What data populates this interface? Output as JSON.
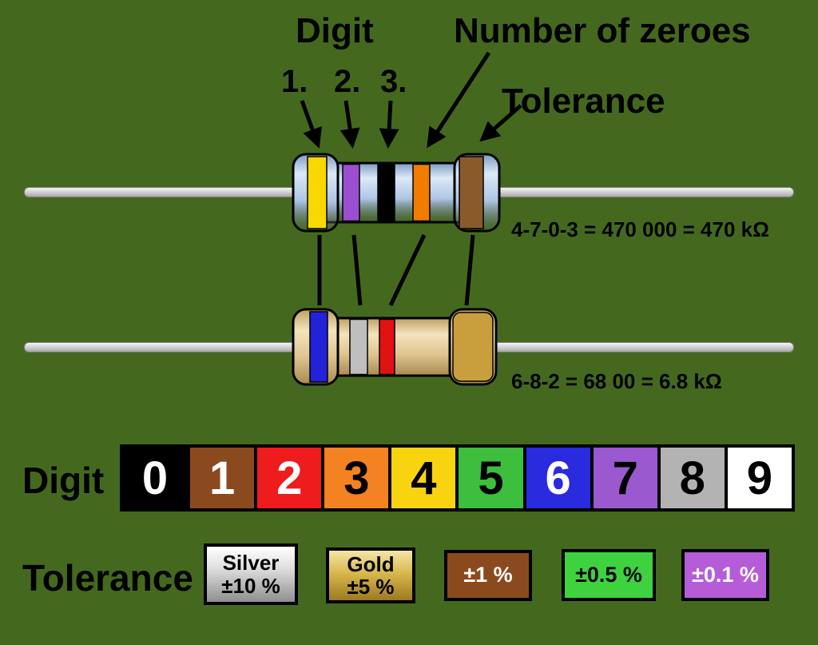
{
  "colors": {
    "background": "#44691e",
    "wire": "#c8c8c8",
    "outline": "#000000"
  },
  "header": {
    "digit_label": "Digit",
    "positions": [
      "1.",
      "2.",
      "3."
    ],
    "zeroes_label": "Number of zeroes",
    "tolerance_label": "Tolerance"
  },
  "resistors": [
    {
      "body_color": "#a9c4e4",
      "equation": "4-7-0-3 = 470 000 = 470 kΩ",
      "bands": [
        {
          "name": "yellow",
          "color": "#f8d800"
        },
        {
          "name": "violet",
          "color": "#9b4fd0"
        },
        {
          "name": "black",
          "color": "#000000"
        },
        {
          "name": "orange",
          "color": "#f07c00"
        },
        {
          "name": "brown",
          "color": "#8b5a2b"
        }
      ]
    },
    {
      "body_color": "#e2c88f",
      "equation": "6-8-2 = 68 00 = 6.8 kΩ",
      "bands": [
        {
          "name": "blue",
          "color": "#2222d8"
        },
        {
          "name": "silver",
          "color": "#bfbfbf"
        },
        {
          "name": "red",
          "color": "#e21212"
        },
        {
          "name": "gold",
          "color": "#c99f3e"
        }
      ]
    }
  ],
  "digit_table": {
    "label": "Digit",
    "cells": [
      {
        "digit": "0",
        "bg": "#000000",
        "fg": "#ffffff"
      },
      {
        "digit": "1",
        "bg": "#8b4a1e",
        "fg": "#ffffff"
      },
      {
        "digit": "2",
        "bg": "#ee1c1c",
        "fg": "#ffffff"
      },
      {
        "digit": "3",
        "bg": "#f58220",
        "fg": "#000000"
      },
      {
        "digit": "4",
        "bg": "#f8d410",
        "fg": "#000000"
      },
      {
        "digit": "5",
        "bg": "#3dbf3d",
        "fg": "#000000"
      },
      {
        "digit": "6",
        "bg": "#2a2adf",
        "fg": "#ffffff"
      },
      {
        "digit": "7",
        "bg": "#9b59d0",
        "fg": "#000000"
      },
      {
        "digit": "8",
        "bg": "#b3b3b3",
        "fg": "#000000"
      },
      {
        "digit": "9",
        "bg": "#ffffff",
        "fg": "#000000"
      }
    ]
  },
  "tolerance_row": {
    "label": "Tolerance",
    "boxes": [
      {
        "name": "silver",
        "bg": "#c0c0c0",
        "fg": "#000000",
        "lines": [
          "Silver",
          "±10 %"
        ]
      },
      {
        "name": "gold",
        "bg": "#cfa93f",
        "fg": "#000000",
        "lines": [
          "Gold",
          "±5 %"
        ]
      },
      {
        "name": "brown",
        "bg": "#8b4a1e",
        "fg": "#ffffff",
        "lines": [
          "±1 %"
        ]
      },
      {
        "name": "green",
        "bg": "#3fd23f",
        "fg": "#000000",
        "lines": [
          "±0.5 %"
        ]
      },
      {
        "name": "purple",
        "bg": "#b65cd8",
        "fg": "#ffffff",
        "lines": [
          "±0.1 %"
        ]
      }
    ]
  }
}
